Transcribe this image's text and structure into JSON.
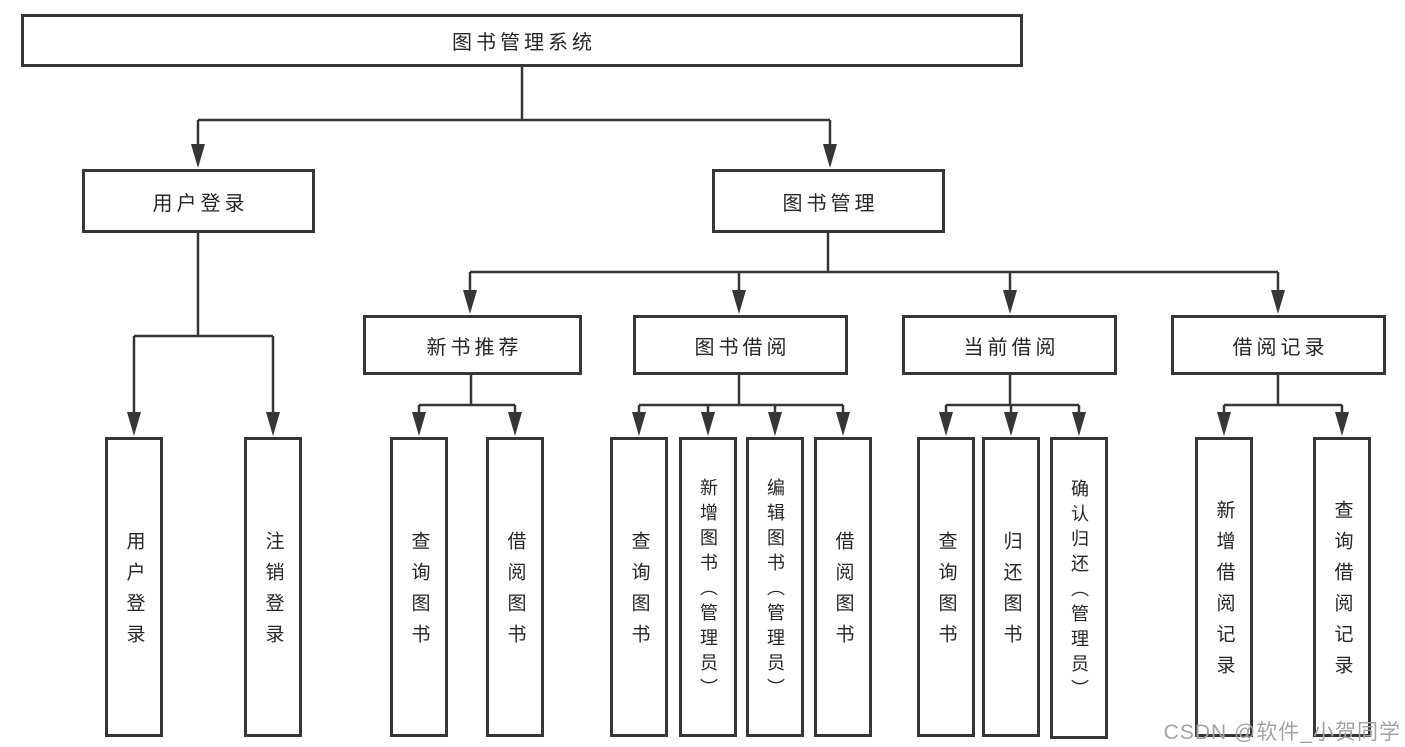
{
  "diagram_title": "图书管理系统",
  "colors": {
    "line": "#363636",
    "box_background": "#ffffff",
    "text": "#262626",
    "watermark": "#a3a3a3"
  },
  "nodes": {
    "root": "图书管理系统",
    "user_login": "用户登录",
    "book_management": "图书管理",
    "new_book_recommend": "新书推荐",
    "book_borrow": "图书借阅",
    "current_borrow": "当前借阅",
    "borrow_record": "借阅记录",
    "leaf_user_login": "用户登录",
    "leaf_logout": "注销登录",
    "nbr_query_book": "查询图书",
    "nbr_borrow_book": "借阅图书",
    "bb_query_book": "查询图书",
    "bb_add_book": "新增图书（管理员）",
    "bb_edit_book": "编辑图书（管理员）",
    "bb_borrow_book": "借阅图书",
    "cb_query_book": "查询图书",
    "cb_return_book": "归还图书",
    "cb_confirm_return": "确认归还（管理员）",
    "br_add_record": "新增借阅记录",
    "br_query_record": "查询借阅记录"
  },
  "watermark": {
    "text": "CSDN @软件_小贺同学"
  }
}
